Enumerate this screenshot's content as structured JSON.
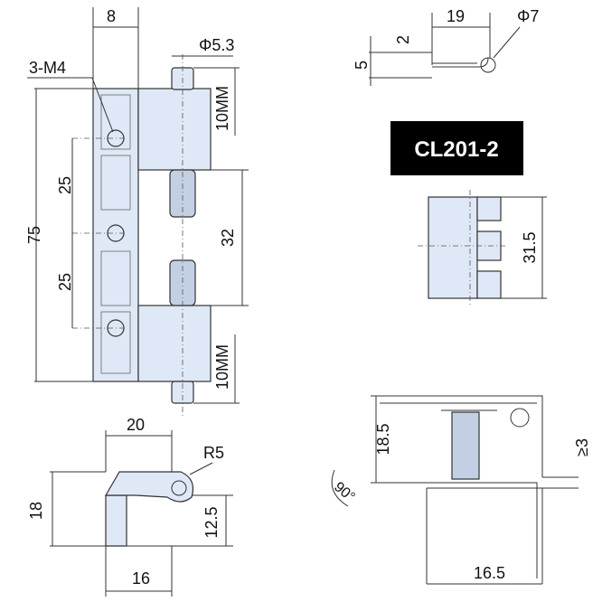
{
  "model_label": "CL201-2",
  "front_view": {
    "width_8": "8",
    "thread_3m4": "3-M4",
    "pin_dia": "Φ5.3",
    "height_75": "75",
    "pitch_25_top": "25",
    "pitch_25_bottom": "25",
    "spring_32": "32",
    "pin_10mm_top": "10MM",
    "pin_10mm_bottom": "10MM"
  },
  "top_right_view": {
    "dim_19": "19",
    "dim_phi7": "Φ7",
    "dim_2": "2",
    "dim_5": "5"
  },
  "side_view": {
    "height_31_5": "31.5"
  },
  "bottom_left_view": {
    "dim_20": "20",
    "dim_r5": "R5",
    "dim_18": "18",
    "dim_12_5": "12.5",
    "dim_16": "16"
  },
  "bottom_right_view": {
    "dim_18_5": "18.5",
    "dim_ge3": "≥3",
    "dim_90": "90°",
    "dim_16_5": "16.5"
  }
}
